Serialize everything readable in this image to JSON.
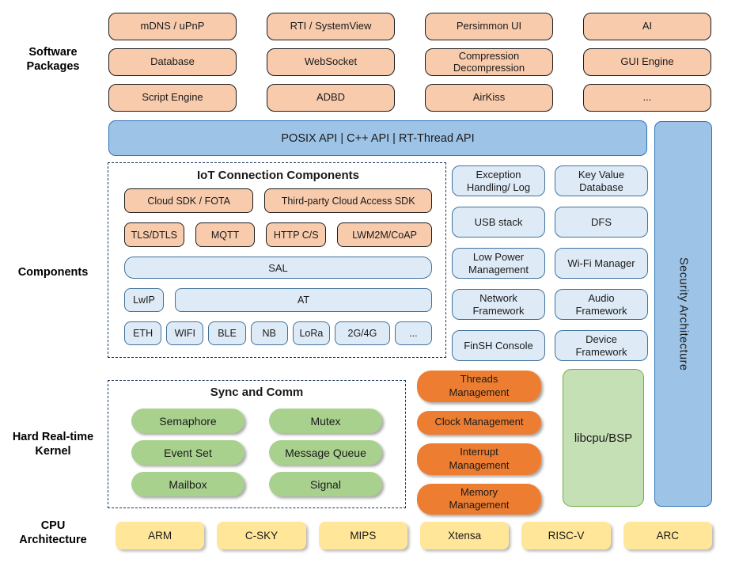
{
  "colors": {
    "package_fill": "#F8CBAD",
    "package_border": "#1c1c1c",
    "api_fill": "#9DC3E6",
    "api_border": "#2E75B6",
    "component_fill": "#DEEBF7",
    "component_border": "#41719C",
    "sync_green": "#A9D18E",
    "management_orange": "#ED7D31",
    "libcpu_fill": "#C5E0B4",
    "libcpu_border": "#70AD47",
    "cpu_yellow": "#FFE699",
    "dashed_border": "#17375E"
  },
  "side_labels": {
    "software": "Software\nPackages",
    "components": "Components",
    "kernel": "Hard Real-time\nKernel",
    "cpu": "CPU\nArchitecture"
  },
  "software_packages": {
    "items": [
      "mDNS / uPnP",
      "RTI / SystemView",
      "Persimmon UI",
      "AI",
      "Database",
      "WebSocket",
      "Compression\nDecompression",
      "GUI Engine",
      "Script Engine",
      "ADBD",
      "AirKiss",
      "..."
    ]
  },
  "api_bar": {
    "label": "POSIX API  |  C++ API  |  RT-Thread API"
  },
  "security_bar": {
    "label": "Security Architecture"
  },
  "iot_components": {
    "title": "IoT Connection Components",
    "cloud_row": [
      "Cloud SDK / FOTA",
      "Third-party Cloud Access SDK"
    ],
    "protocol_row": [
      "TLS/DTLS",
      "MQTT",
      "HTTP C/S",
      "LWM2M/CoAP"
    ],
    "sal": "SAL",
    "net_row": [
      "LwIP",
      "AT"
    ],
    "link_row": [
      "ETH",
      "WIFI",
      "BLE",
      "NB",
      "LoRa",
      "2G/4G",
      "..."
    ]
  },
  "component_boxes": [
    "Exception\nHandling/ Log",
    "Key Value\nDatabase",
    "USB stack",
    "DFS",
    "Low Power\nManagement",
    "Wi-Fi Manager",
    "Network\nFramework",
    "Audio\nFramework",
    "FinSH Console",
    "Device\nFramework"
  ],
  "kernel": {
    "sync_title": "Sync and Comm",
    "sync_items": [
      "Semaphore",
      "Mutex",
      "Event Set",
      "Message Queue",
      "Mailbox",
      "Signal"
    ],
    "management_items": [
      "Threads\nManagement",
      "Clock Management",
      "Interrupt\nManagement",
      "Memory\nManagement"
    ],
    "libcpu": "libcpu/BSP"
  },
  "cpu_row": [
    "ARM",
    "C-SKY",
    "MIPS",
    "Xtensa",
    "RISC-V",
    "ARC"
  ]
}
